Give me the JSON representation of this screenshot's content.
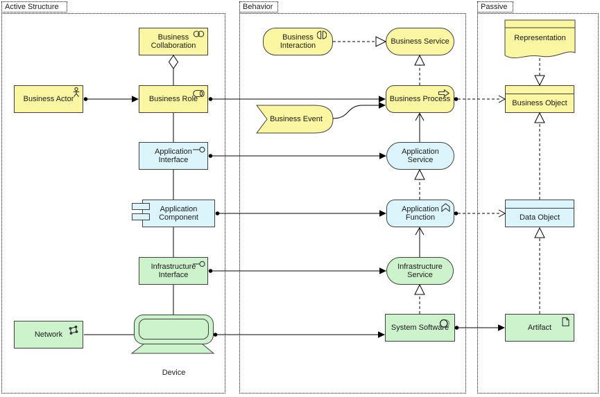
{
  "groups": {
    "active_structure": {
      "label": "Active Structure"
    },
    "behavior": {
      "label": "Behavior"
    },
    "passive": {
      "label": "Passive"
    }
  },
  "nodes": {
    "business_collaboration": {
      "label": "Business Collaboration",
      "layer": "business",
      "icon": "collaboration-icon"
    },
    "business_actor": {
      "label": "Business Actor",
      "layer": "business",
      "icon": "actor-icon"
    },
    "business_role": {
      "label": "Business Role",
      "layer": "business",
      "icon": "role-icon"
    },
    "application_interface": {
      "label": "Application Interface",
      "layer": "application",
      "icon": "interface-icon"
    },
    "application_component": {
      "label": "Application Component",
      "layer": "application",
      "icon": "component-icon"
    },
    "infrastructure_interface": {
      "label": "Infrastructure Interface",
      "layer": "technology",
      "icon": "interface-icon"
    },
    "network": {
      "label": "Network",
      "layer": "technology",
      "icon": "network-icon"
    },
    "device": {
      "label": "Device",
      "layer": "technology",
      "icon": "device-shape"
    },
    "business_interaction": {
      "label": "Business Interaction",
      "layer": "business",
      "icon": "interaction-icon"
    },
    "business_service": {
      "label": "Business Service",
      "layer": "business"
    },
    "business_process": {
      "label": "Business Process",
      "layer": "business",
      "icon": "process-icon"
    },
    "business_event": {
      "label": "Business Event",
      "layer": "business"
    },
    "application_service": {
      "label": "Application Service",
      "layer": "application"
    },
    "application_function": {
      "label": "Application Function",
      "layer": "application",
      "icon": "function-icon"
    },
    "infrastructure_service": {
      "label": "Infrastructure Service",
      "layer": "technology"
    },
    "system_software": {
      "label": "System Software",
      "layer": "technology",
      "icon": "system-software-icon"
    },
    "representation": {
      "label": "Representation",
      "layer": "business"
    },
    "business_object": {
      "label": "Business Object",
      "layer": "business"
    },
    "data_object": {
      "label": "Data Object",
      "layer": "application"
    },
    "artifact": {
      "label": "Artifact",
      "layer": "technology",
      "icon": "artifact-icon"
    }
  },
  "relationships": [
    {
      "from": "business_collaboration",
      "to": "business_role",
      "type": "aggregation"
    },
    {
      "from": "business_actor",
      "to": "business_role",
      "type": "assignment"
    },
    {
      "from": "business_role",
      "to": "business_process",
      "type": "assignment"
    },
    {
      "from": "business_role",
      "to": "application_interface",
      "type": "association"
    },
    {
      "from": "application_interface",
      "to": "application_component",
      "type": "association"
    },
    {
      "from": "application_component",
      "to": "infrastructure_interface",
      "type": "association"
    },
    {
      "from": "infrastructure_interface",
      "to": "device",
      "type": "association"
    },
    {
      "from": "network",
      "to": "device",
      "type": "association"
    },
    {
      "from": "application_interface",
      "to": "application_service",
      "type": "assignment"
    },
    {
      "from": "application_component",
      "to": "application_function",
      "type": "assignment"
    },
    {
      "from": "infrastructure_interface",
      "to": "infrastructure_service",
      "type": "assignment"
    },
    {
      "from": "device",
      "to": "system_software",
      "type": "assignment"
    },
    {
      "from": "business_interaction",
      "to": "business_service",
      "type": "realization"
    },
    {
      "from": "business_event",
      "to": "business_process",
      "type": "triggering"
    },
    {
      "from": "business_process",
      "to": "business_service",
      "type": "realization"
    },
    {
      "from": "application_service",
      "to": "business_process",
      "type": "serving"
    },
    {
      "from": "application_function",
      "to": "application_service",
      "type": "realization"
    },
    {
      "from": "infrastructure_service",
      "to": "application_function",
      "type": "serving"
    },
    {
      "from": "system_software",
      "to": "infrastructure_service",
      "type": "realization"
    },
    {
      "from": "system_software",
      "to": "artifact",
      "type": "assignment"
    },
    {
      "from": "business_process",
      "to": "business_object",
      "type": "access"
    },
    {
      "from": "application_function",
      "to": "data_object",
      "type": "access"
    },
    {
      "from": "representation",
      "to": "business_object",
      "type": "realization"
    },
    {
      "from": "data_object",
      "to": "business_object",
      "type": "realization"
    },
    {
      "from": "artifact",
      "to": "data_object",
      "type": "realization"
    }
  ],
  "colors": {
    "business": "#fbf6a2",
    "application": "#dcf5fd",
    "technology": "#ccf3cc",
    "border": "#404040",
    "connector": "#000000"
  }
}
